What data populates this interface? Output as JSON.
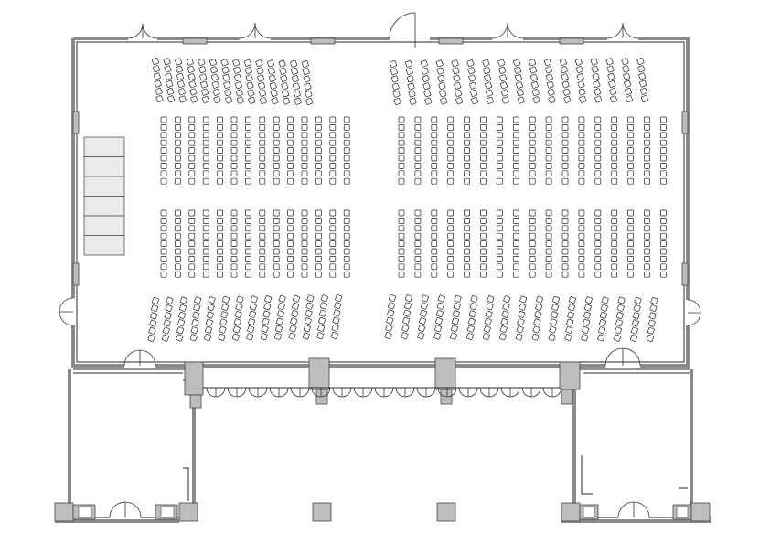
{
  "plan": {
    "layout": "banquet-hall-theatre-seating",
    "colors": {
      "wall_fill": "#8a8a8a",
      "line": "#2a2a2a",
      "pillar": "#bdbdbd",
      "stage": "#eaeaea",
      "chair": "#ffffff"
    },
    "seating_blocks": [
      {
        "name": "front-left",
        "style": "angled",
        "columns": 14,
        "chairs_per_column": 6
      },
      {
        "name": "front-right",
        "style": "angled",
        "columns": 17,
        "chairs_per_column": 6
      },
      {
        "name": "middle-left",
        "style": "straight",
        "columns": 14,
        "chairs_per_column": 9
      },
      {
        "name": "middle-right",
        "style": "straight",
        "columns": 17,
        "chairs_per_column": 9
      },
      {
        "name": "rear-left",
        "style": "straight",
        "columns": 14,
        "chairs_per_column": 9
      },
      {
        "name": "rear-right",
        "style": "straight",
        "columns": 17,
        "chairs_per_column": 9
      },
      {
        "name": "back-left",
        "style": "angled",
        "columns": 14,
        "chairs_per_column": 6
      },
      {
        "name": "back-right",
        "style": "angled",
        "columns": 17,
        "chairs_per_column": 6
      }
    ],
    "stage_sections": 6
  }
}
